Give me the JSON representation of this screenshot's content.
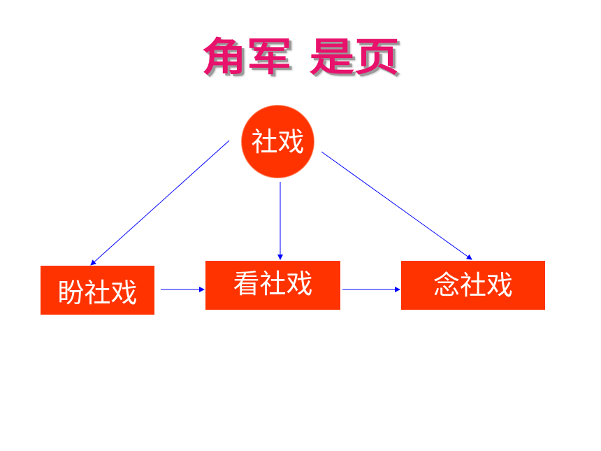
{
  "title": {
    "part1": "角军",
    "part2": "是页"
  },
  "nodes": {
    "top": "社戏",
    "left": "盼社戏",
    "middle": "看社戏",
    "right": "念社戏"
  },
  "colors": {
    "title": "#e8116b",
    "node_fill": "#ff3300",
    "node_text": "#ffffff",
    "arrow": "#0000ff"
  }
}
